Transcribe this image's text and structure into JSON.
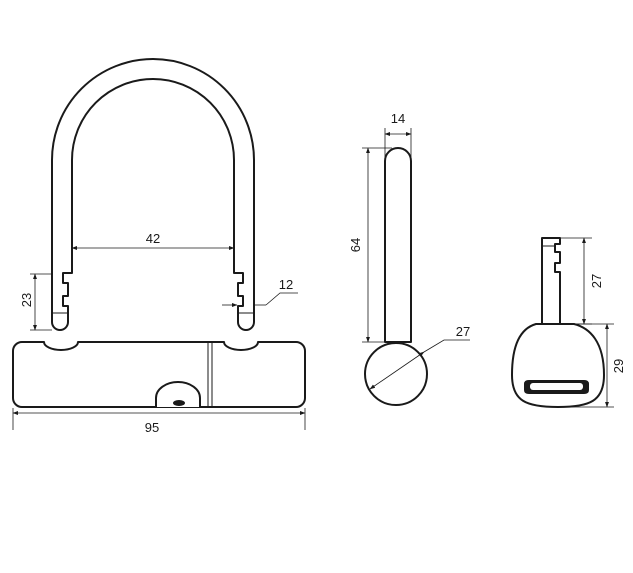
{
  "dimensions": {
    "shackle_inner_width": "42",
    "shackle_end_height": "23",
    "shackle_diameter": "12",
    "body_length": "95",
    "side_width": "14",
    "side_height": "64",
    "side_diameter": "27",
    "key_blade_length": "27",
    "key_head_height": "29"
  },
  "colors": {
    "line": "#1a1a1a",
    "background": "#ffffff"
  }
}
